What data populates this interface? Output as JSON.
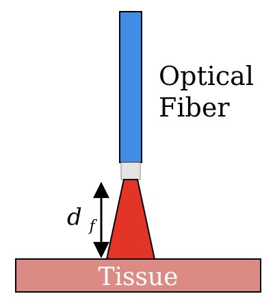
{
  "labels": {
    "fiber_line1": "Optical",
    "fiber_line2": "Fiber",
    "tissue": "Tissue",
    "distance_main": "d",
    "distance_sub": "f"
  },
  "colors": {
    "fiber": "#3f8de5",
    "fiber_tip": "#e4e4e4",
    "beam": "#e33428",
    "tissue": "#db8b84",
    "outline": "#000000",
    "tissue_text": "#ffffff"
  }
}
